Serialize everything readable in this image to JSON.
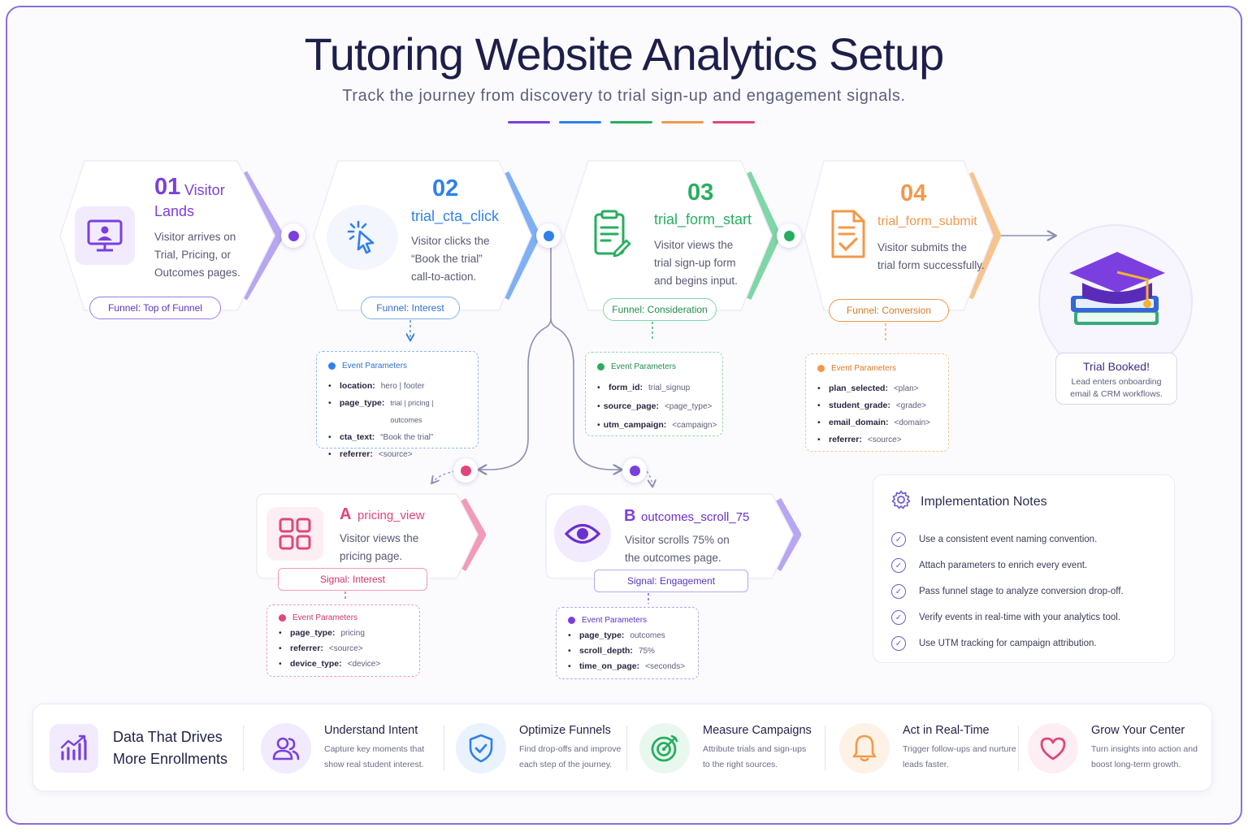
{
  "title": "Tutoring Website Analytics Setup",
  "subtitle": "Track the journey from discovery to trial sign-up and engagement signals.",
  "accent_colors": [
    "#7b3fe0",
    "#2f80ed",
    "#27ae60",
    "#f2994a",
    "#e0457b"
  ],
  "stages": [
    {
      "num": "01",
      "name_line1": "Visitor",
      "name_line2": "Lands",
      "desc": [
        "Visitor arrives on",
        "Trial, Pricing, or",
        "Outcomes pages."
      ],
      "pill": "Funnel: Top of Funnel",
      "icon": "monitor-user-icon",
      "color": "#7b3fe0"
    },
    {
      "num": "02",
      "name": "trial_cta_click",
      "desc": [
        "Visitor clicks the",
        "“Book the trial”",
        "call-to-action."
      ],
      "pill": "Funnel: Interest",
      "icon": "cursor-click-icon",
      "color": "#2f80ed",
      "params_title": "Event Parameters",
      "params": [
        {
          "k": "location:",
          "v": "hero | footer"
        },
        {
          "k": "page_type:",
          "v": "trial | pricing | outcomes"
        },
        {
          "k": "cta_text:",
          "v": "“Book the trial”"
        },
        {
          "k": "referrer:",
          "v": "<source>"
        }
      ]
    },
    {
      "num": "03",
      "name": "trial_form_start",
      "desc": [
        "Visitor views the",
        "trial sign-up form",
        "and begins input."
      ],
      "pill": "Funnel: Consideration",
      "icon": "form-edit-icon",
      "color": "#27ae60",
      "params_title": "Event Parameters",
      "params": [
        {
          "k": "form_id:",
          "v": "trial_signup"
        },
        {
          "k": "source_page:",
          "v": "<page_type>"
        },
        {
          "k": "utm_campaign:",
          "v": "<campaign>"
        }
      ]
    },
    {
      "num": "04",
      "name": "trial_form_submit",
      "desc": [
        "Visitor submits the",
        "trial form successfully."
      ],
      "pill": "Funnel: Conversion",
      "icon": "form-check-icon",
      "color": "#f2994a",
      "params_title": "Event Parameters",
      "params": [
        {
          "k": "plan_selected:",
          "v": "<plan>"
        },
        {
          "k": "student_grade:",
          "v": "<grade>"
        },
        {
          "k": "email_domain:",
          "v": "<domain>"
        },
        {
          "k": "referrer:",
          "v": "<source>"
        }
      ]
    }
  ],
  "signals": [
    {
      "letter": "A",
      "name": "pricing_view",
      "desc": [
        "Visitor views the",
        "pricing page."
      ],
      "pill": "Signal: Interest",
      "icon": "grid-icon",
      "color": "#e0457b",
      "params_title": "Event Parameters",
      "params": [
        {
          "k": "page_type:",
          "v": "pricing"
        },
        {
          "k": "referrer:",
          "v": "<source>"
        },
        {
          "k": "device_type:",
          "v": "<device>"
        }
      ]
    },
    {
      "letter": "B",
      "name": "outcomes_scroll_75",
      "desc": [
        "Visitor scrolls 75% on",
        "the outcomes page."
      ],
      "pill": "Signal: Engagement",
      "icon": "eye-icon",
      "color": "#7b3fe0",
      "params_title": "Event Parameters",
      "params": [
        {
          "k": "page_type:",
          "v": "outcomes"
        },
        {
          "k": "scroll_depth:",
          "v": "75%"
        },
        {
          "k": "time_on_page:",
          "v": "<seconds>"
        }
      ]
    }
  ],
  "trial": {
    "title": "Trial Booked!",
    "desc_line1": "Lead enters onboarding",
    "desc_line2": "email & CRM workflows."
  },
  "notes": {
    "title": "Implementation Notes",
    "items": [
      "Use a consistent event naming convention.",
      "Attach parameters to enrich every event.",
      "Pass funnel stage to analyze conversion drop-off.",
      "Verify events in real-time with your analytics tool.",
      "Use UTM tracking for campaign attribution."
    ]
  },
  "bottom": {
    "headline_line1": "Data That Drives",
    "headline_line2": "More Enrollments",
    "items": [
      {
        "title": "Understand Intent",
        "line1": "Capture key moments that",
        "line2": "show real student interest.",
        "icon": "users-icon",
        "color": "#7b3fe0"
      },
      {
        "title": "Optimize Funnels",
        "line1": "Find drop-offs and improve",
        "line2": "each step of the journey.",
        "icon": "shield-check-icon",
        "color": "#2f80ed"
      },
      {
        "title": "Measure Campaigns",
        "line1": "Attribute trials and sign-ups",
        "line2": "to the right sources.",
        "icon": "target-icon",
        "color": "#27ae60"
      },
      {
        "title": "Act in Real-Time",
        "line1": "Trigger follow-ups and nurture",
        "line2": "leads faster.",
        "icon": "bell-icon",
        "color": "#f2994a"
      },
      {
        "title": "Grow Your Center",
        "line1": "Turn insights into action and",
        "line2": "boost long-term growth.",
        "icon": "heart-icon",
        "color": "#e0457b"
      }
    ]
  }
}
